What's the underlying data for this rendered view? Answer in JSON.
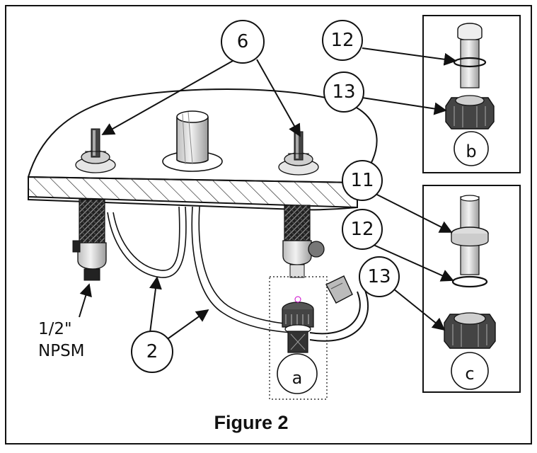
{
  "figure": {
    "caption": "Figure 2",
    "thread_label_line1": "1/2\"",
    "thread_label_line2": "NPSM"
  },
  "callouts": {
    "c6": "6",
    "c2": "2",
    "b_c12": "12",
    "b_c13": "13",
    "c_c11": "11",
    "c_c12": "12",
    "c_c13": "13"
  },
  "detail_letters": {
    "a": "a",
    "b": "b",
    "c": "c"
  },
  "colors": {
    "line": "#111111",
    "background": "#ffffff",
    "metal_dark": "#333333",
    "metal_light": "#cfcfcf"
  },
  "icons": [
    "valve-stem-icon",
    "hose-icon",
    "nut-icon",
    "o-ring-icon",
    "washer-icon",
    "tube-icon"
  ]
}
